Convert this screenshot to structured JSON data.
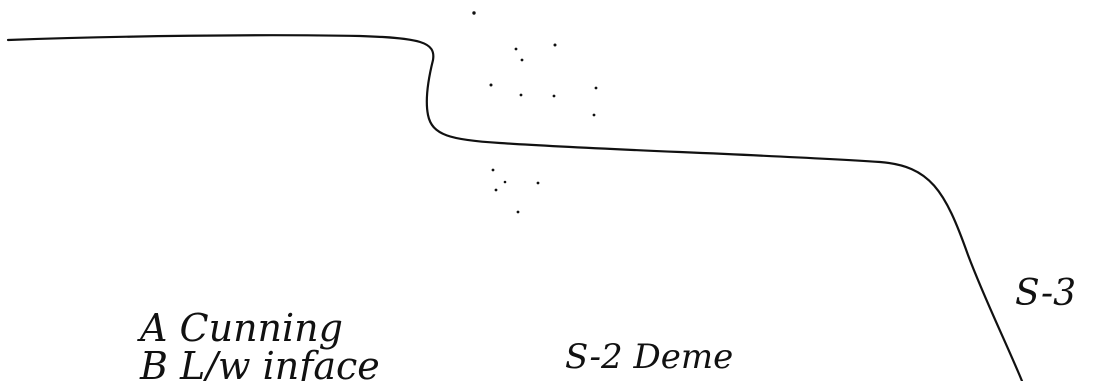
{
  "labels": {
    "line_a": "A Cunning",
    "line_b": "B L/w inface",
    "center_label": "S-2 Deme",
    "right_label": "S-3"
  },
  "colors": {
    "ink": "#111111",
    "background": "#ffffff"
  }
}
